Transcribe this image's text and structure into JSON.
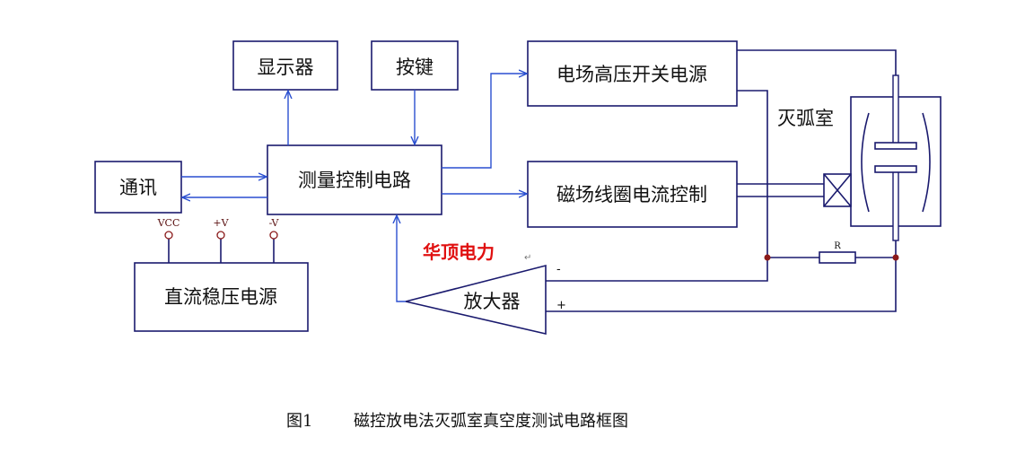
{
  "blocks": {
    "display": "显示器",
    "keypad": "按键",
    "hv_supply": "电场高压开关电源",
    "arc_chamber": "灭弧室",
    "comm": "通讯",
    "measure_ctrl": "测量控制电路",
    "coil_ctrl": "磁场线圈电流控制",
    "dc_supply": "直流稳压电源",
    "amplifier": "放大器"
  },
  "terminals": {
    "vcc": "VCC",
    "pos_v": "+V",
    "neg_v": "-V"
  },
  "amp_inputs": {
    "minus": "-",
    "plus": "+"
  },
  "resistor": "R",
  "brand": "华顶电力",
  "caption": {
    "fig": "图1",
    "title": "磁控放电法灭弧室真空度测试电路框图"
  },
  "colors": {
    "lines": "#1a1a6e",
    "arrows": "#2a4fd0",
    "junction": "#8b1a1a",
    "brand": "#e01010"
  }
}
